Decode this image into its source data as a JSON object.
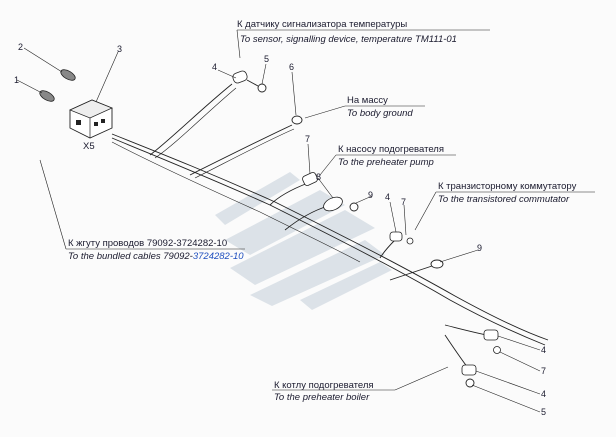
{
  "labels": {
    "temp_sensor_ru": "К датчику сигнализатора температуры",
    "temp_sensor_en": "To sensor, signalling device, temperature ТМ111-01",
    "ground_ru": "На массу",
    "ground_en": "To body ground",
    "pump_ru": "К насосу подогревателя",
    "pump_en": "To the preheater pump",
    "commutator_ru": "К транзисторному коммутатору",
    "commutator_en": "To the transistored commutator",
    "bundle_ru_prefix": "К жгуту проводов 79092-3724282-10",
    "bundle_en_prefix": "To the bundled cables 79092-",
    "bundle_en_suffix": "3724282-10",
    "boiler_ru": "К котлу подогревателя",
    "boiler_en": "To the preheater boiler",
    "connector": "Х5"
  },
  "callouts": {
    "c1": "1",
    "c2": "2",
    "c3": "3",
    "c4a": "4",
    "c5a": "5",
    "c6": "6",
    "c7a": "7",
    "c8": "8",
    "c9a": "9",
    "c4b": "4",
    "c7b": "7",
    "c9b": "9",
    "c4c": "4",
    "c7c": "7",
    "c4d": "4",
    "c5b": "5"
  },
  "colors": {
    "ink": "#1a1a2e",
    "accent_blue": "#1f4fbf",
    "watermark": "#d6dde3"
  }
}
